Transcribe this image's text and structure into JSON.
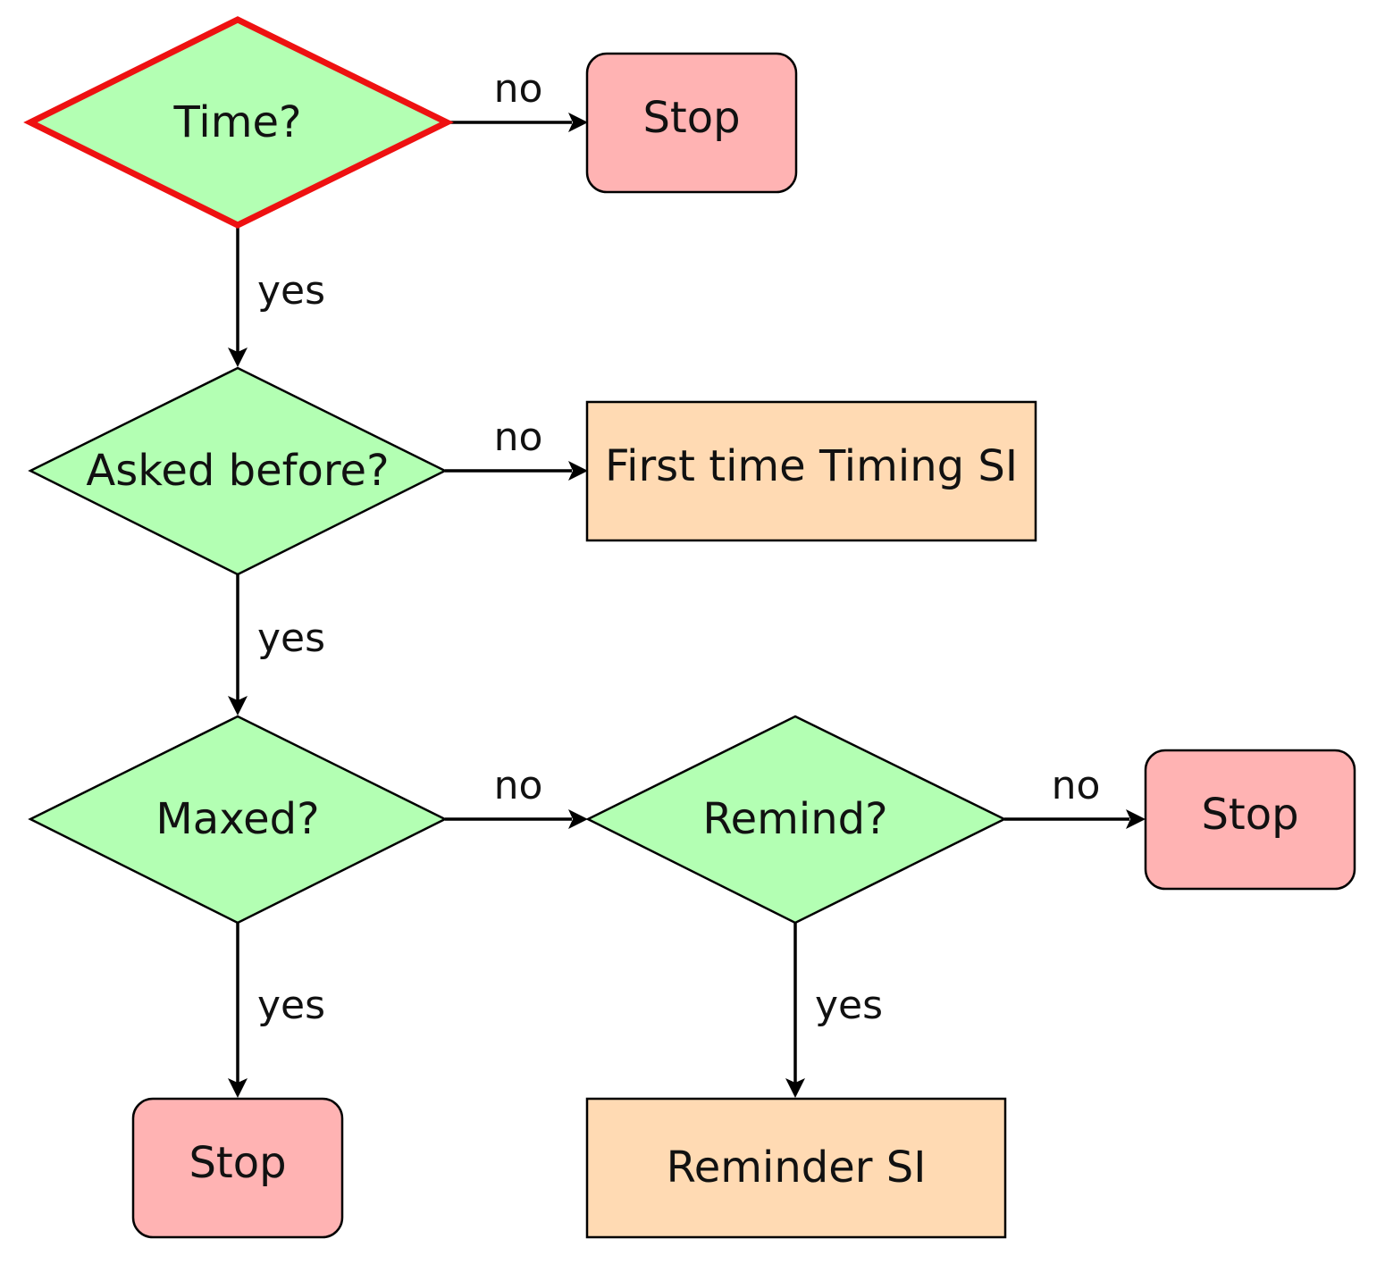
{
  "colors": {
    "decision_fill": "#b3ffb3",
    "stop_fill": "#ffb3b3",
    "process_fill": "#ffdab3",
    "highlight_stroke": "#ee1111",
    "default_stroke": "#000000"
  },
  "nodes": {
    "time": {
      "label": "Time?",
      "shape": "decision",
      "highlighted": true
    },
    "stop_1": {
      "label": "Stop",
      "shape": "terminal"
    },
    "asked_before": {
      "label": "Asked before?",
      "shape": "decision"
    },
    "first_time_timing": {
      "label": "First time Timing SI",
      "shape": "process"
    },
    "maxed": {
      "label": "Maxed?",
      "shape": "decision"
    },
    "remind": {
      "label": "Remind?",
      "shape": "decision"
    },
    "stop_2": {
      "label": "Stop",
      "shape": "terminal"
    },
    "stop_3": {
      "label": "Stop",
      "shape": "terminal"
    },
    "reminder_si": {
      "label": "Reminder SI",
      "shape": "process"
    }
  },
  "edges": {
    "time_no": {
      "from": "time",
      "to": "stop_1",
      "label": "no"
    },
    "time_yes": {
      "from": "time",
      "to": "asked_before",
      "label": "yes"
    },
    "asked_no": {
      "from": "asked_before",
      "to": "first_time_timing",
      "label": "no"
    },
    "asked_yes": {
      "from": "asked_before",
      "to": "maxed",
      "label": "yes"
    },
    "maxed_no": {
      "from": "maxed",
      "to": "remind",
      "label": "no"
    },
    "maxed_yes": {
      "from": "maxed",
      "to": "stop_3",
      "label": "yes"
    },
    "remind_no": {
      "from": "remind",
      "to": "stop_2",
      "label": "no"
    },
    "remind_yes": {
      "from": "remind",
      "to": "reminder_si",
      "label": "yes"
    }
  }
}
